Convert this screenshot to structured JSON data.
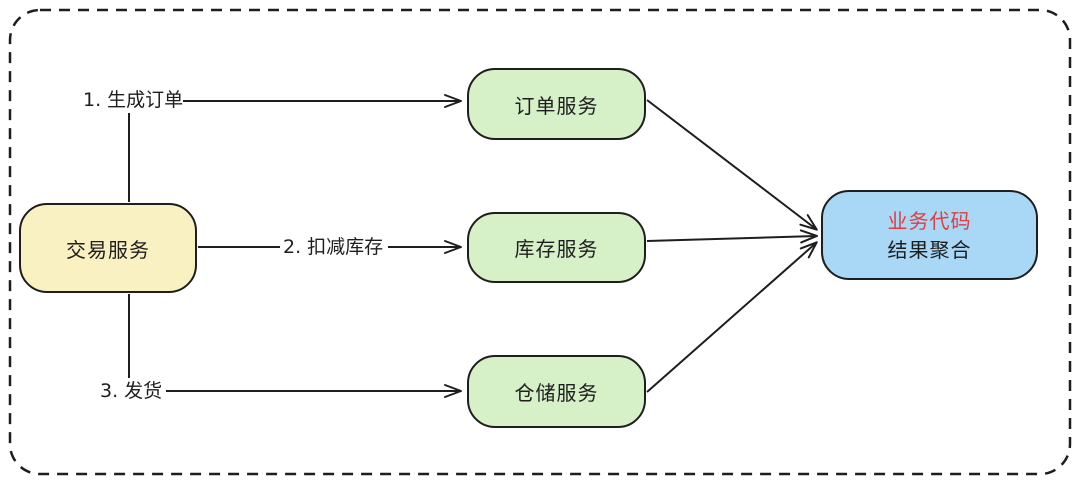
{
  "diagram": {
    "title_hint": "transaction-service-fanout-aggregation-flowchart",
    "colors": {
      "stroke": "#1e1e1e",
      "transaction_fill": "#F9F1C1",
      "service_fill": "#D6F0C8",
      "aggregate_fill": "#A9D8F7",
      "aggregate_highlight_text": "#DE3D43",
      "background": "#ffffff"
    },
    "nodes": [
      {
        "id": "transaction",
        "label": "交易服务",
        "fill": "#F9F1C1"
      },
      {
        "id": "order",
        "label": "订单服务",
        "fill": "#D6F0C8"
      },
      {
        "id": "inventory",
        "label": "库存服务",
        "fill": "#D6F0C8"
      },
      {
        "id": "warehouse",
        "label": "仓储服务",
        "fill": "#D6F0C8"
      },
      {
        "id": "aggregate",
        "label_line1": "业务代码",
        "label_line2": "结果聚合",
        "fill": "#A9D8F7",
        "line1_color": "#DE3D43"
      }
    ],
    "edges": [
      {
        "from": "交易服务",
        "to": "订单服务",
        "label": "1. 生成订单"
      },
      {
        "from": "交易服务",
        "to": "库存服务",
        "label": "2. 扣减库存"
      },
      {
        "from": "交易服务",
        "to": "仓储服务",
        "label": "3. 发货"
      },
      {
        "from": "订单服务",
        "to": "结果聚合",
        "label": ""
      },
      {
        "from": "库存服务",
        "to": "结果聚合",
        "label": ""
      },
      {
        "from": "仓储服务",
        "to": "结果聚合",
        "label": ""
      }
    ]
  }
}
